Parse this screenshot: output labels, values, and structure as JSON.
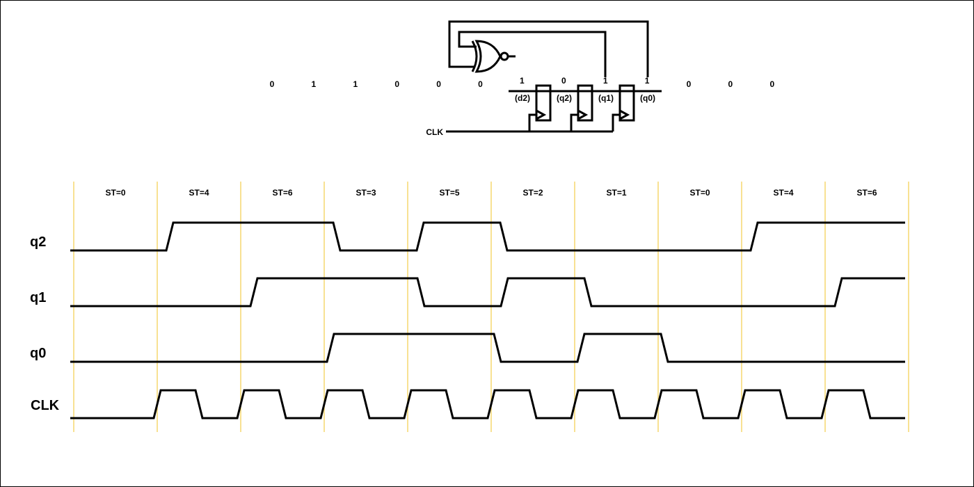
{
  "circuit": {
    "bit_stream": [
      "0",
      "1",
      "1",
      "0",
      "0",
      "0",
      "1",
      "0",
      "1",
      "1",
      "0",
      "0",
      "0"
    ],
    "register_labels": [
      "(d2)",
      "(q2)",
      "(q1)",
      "(q0)"
    ],
    "clock_label": "CLK",
    "gate": "xnor"
  },
  "timing": {
    "states": [
      "ST=0",
      "ST=4",
      "ST=6",
      "ST=3",
      "ST=5",
      "ST=2",
      "ST=1",
      "ST=0",
      "ST=4",
      "ST=6"
    ],
    "signals": [
      {
        "name": "q2",
        "values": [
          0,
          1,
          1,
          0,
          1,
          0,
          0,
          0,
          1,
          1
        ]
      },
      {
        "name": "q1",
        "values": [
          0,
          0,
          1,
          1,
          0,
          1,
          0,
          0,
          0,
          1
        ]
      },
      {
        "name": "q0",
        "values": [
          0,
          0,
          0,
          1,
          1,
          0,
          1,
          0,
          0,
          0
        ]
      }
    ],
    "clock_name": "CLK",
    "gridline_color": "#f5d76e",
    "line_color": "#000000"
  }
}
